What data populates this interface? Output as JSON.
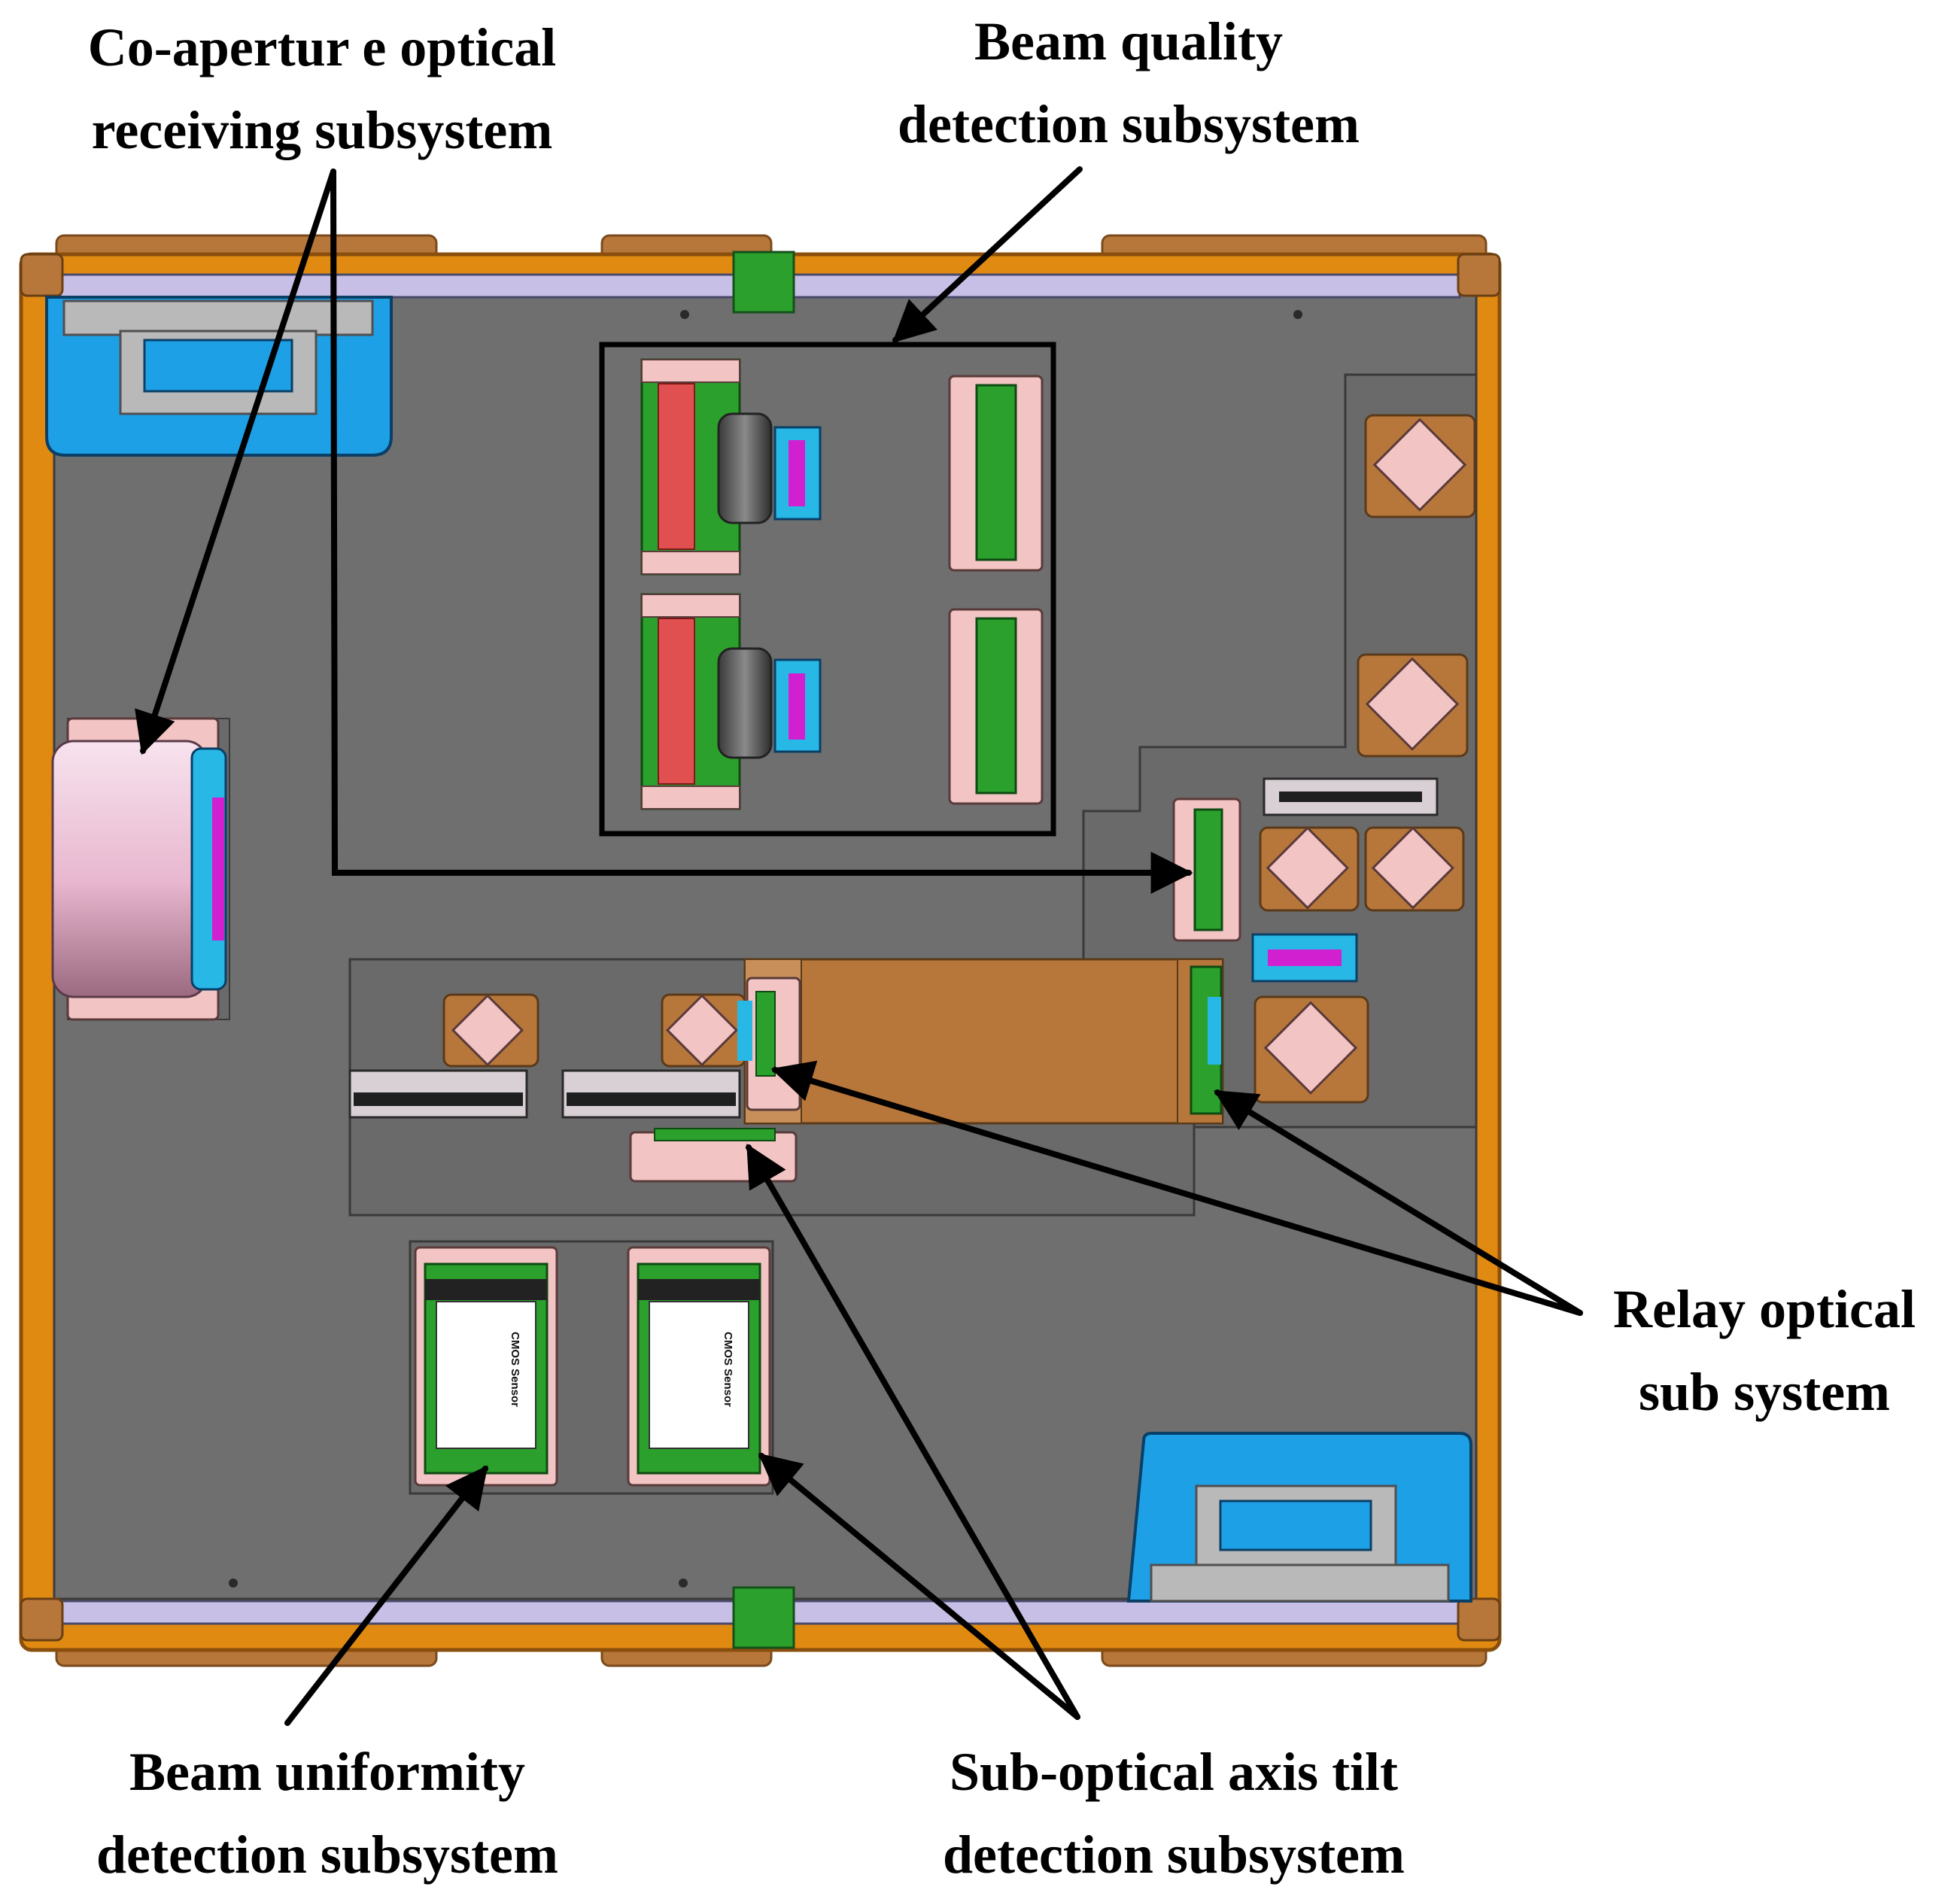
{
  "callouts": {
    "co_aperture": {
      "line1": "Co-apertur e optical",
      "line2": "receiving subsystem"
    },
    "beam_quality": {
      "line1": "Beam quality",
      "line2": "detection subsystem"
    },
    "relay": {
      "line1": "Relay optical",
      "line2": "sub system"
    },
    "beam_uniformity": {
      "line1": "Beam uniformity",
      "line2": "detection subsystem"
    },
    "sub_optical": {
      "line1": "Sub-optical axis tilt",
      "line2": "detection subsystem"
    }
  },
  "sensor_labels": {
    "left": "CMOS Sensor",
    "right": "CMOS Sensor"
  },
  "colors": {
    "plate": "#6f6f6f",
    "frame": "#e08a12",
    "frame_edge": "#8a4f0c",
    "rail": "#c8bfe6",
    "handle": "#1ea0e6",
    "handle_grip": "#b9b9b9",
    "mount": "#f2c4c4",
    "bronze": "#b8773a",
    "green": "#2ca02c",
    "magenta": "#d020d0",
    "cyan": "#27b8e6",
    "arrow": "#000000"
  }
}
